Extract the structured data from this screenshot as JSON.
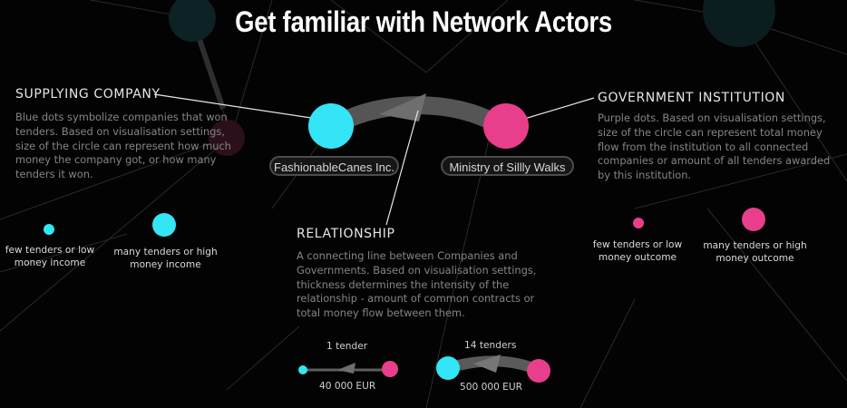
{
  "title": "Get familiar with Network Actors",
  "colors": {
    "company": "#33e5f5",
    "government": "#e83e8c",
    "link": "#6b6b6b",
    "background": "#030303"
  },
  "company": {
    "heading": "SUPPLYING COMPANY",
    "description": "Blue dots symbolize companies that won tenders. Based on visualisation settings, size of the circle can represent how much money the company got, or how many tenders it won.",
    "example_name": "FashionableCanes Inc.",
    "small_caption": "few tenders or low money income",
    "large_caption": "many tenders or high money income"
  },
  "government": {
    "heading": "GOVERNMENT INSTITUTION",
    "description": "Purple dots. Based on visualisation settings, size of the circle can represent total money flow from the institution to all connected companies or amount of all tenders awarded by this institution.",
    "example_name": "Ministry of Sillly Walks",
    "small_caption": "few tenders or low money outcome",
    "large_caption": "many tenders or high money outcome"
  },
  "relationship": {
    "heading": "RELATIONSHIP",
    "description": "A connecting line between Companies and Governments. Based on visualisation settings, thickness determines the intensity of the relationship - amount of common contracts or total money flow between them.",
    "example_thin": {
      "tenders_label": "1 tender",
      "amount_label": "40 000 EUR"
    },
    "example_thick": {
      "tenders_label": "14 tenders",
      "amount_label": "500 000 EUR"
    }
  }
}
